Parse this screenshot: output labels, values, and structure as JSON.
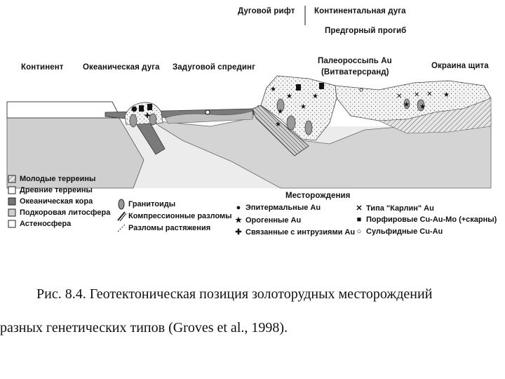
{
  "labels": {
    "arc_rift": "Дуговой рифт",
    "continental_arc": "Континентальная дуга",
    "foreland_basin": "Предгорный прогиб",
    "continent": "Континент",
    "oceanic_arc": "Океаническая дуга",
    "back_arc": "Задуговой спрединг",
    "paleoplacer": "Палеороссыпь Au",
    "paleoplacer_sub": "(Витватерсранд)",
    "shield_margin": "Окраина щита"
  },
  "legend": {
    "terranes": [
      {
        "label": "Молодые терреины",
        "swatch": "hatched"
      },
      {
        "label": "Древние терреины",
        "swatch": "#ffffff"
      },
      {
        "label": "Океаническая кора",
        "swatch": "#777777"
      },
      {
        "label": "Подкоровая литосфера",
        "swatch": "#cfcfcf"
      },
      {
        "label": "Астеносфера",
        "swatch": "#ffffff"
      }
    ],
    "structures": [
      {
        "label": "Гранитоиды",
        "icon": "granitoid-icon"
      },
      {
        "label": "Компрессионные разломы",
        "icon": "compression-fault-icon"
      },
      {
        "label": "Разломы растяжения",
        "icon": "extension-fault-icon"
      }
    ],
    "deposits_title": "Месторождения",
    "deposits_left": [
      {
        "symbol": "●",
        "label": "Эпитермальные Au",
        "icon": "epithermal-dot-icon"
      },
      {
        "symbol": "★",
        "label": "Орогенные Au",
        "icon": "orogenic-star-icon"
      },
      {
        "symbol": "✚",
        "label": "Связанные с интрузиями Au",
        "icon": "intrusion-cross-icon"
      }
    ],
    "deposits_right": [
      {
        "symbol": "✕",
        "label": "Типа \"Карлин\" Au",
        "icon": "carlin-x-icon"
      },
      {
        "symbol": "■",
        "label": "Порфировые Cu-Au-Mo (+скарны)",
        "icon": "porphyry-square-icon"
      },
      {
        "symbol": "○",
        "label": "Сульфидные Cu-Au",
        "icon": "sulfide-circle-icon"
      }
    ]
  },
  "caption": {
    "line1": "Рис. 8.4. Геотектоническая позиция золоторудных месторождений",
    "line2": "разных генетических типов (Groves et al., 1998)."
  }
}
